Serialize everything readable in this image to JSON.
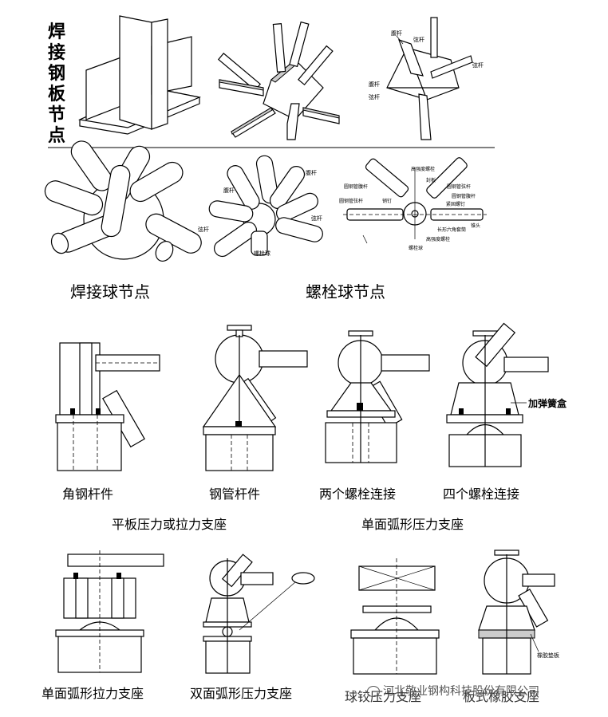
{
  "welded_plate_node": {
    "title_chars": [
      "焊",
      "接",
      "钢",
      "板",
      "节",
      "点"
    ]
  },
  "top_small_labels": {
    "l1": "腹杆",
    "l2": "弦杆",
    "l3": "弦杆",
    "l4": "腹杆",
    "l5": "弦杆"
  },
  "bolt_ball_small": {
    "fu": "腹杆",
    "fu2": "腹杆",
    "xian_left": "弦杆",
    "xian_right": "弦杆",
    "ball": "螺栓球"
  },
  "bolt_detail": {
    "a": "高强度螺栓",
    "b": "封板",
    "c": "圆钢管腹杆",
    "d": "圆钢管弦杆",
    "e": "圆钢管腹杆",
    "f": "销钉",
    "g": "圆钢管弦杆",
    "h": "紧固螺钉",
    "i": "长形六角套筒",
    "j": "锥头",
    "k": "高强度螺栓",
    "l": "螺栓球"
  },
  "captions": {
    "welded_ball": "焊接球节点",
    "bolt_ball": "螺栓球节点",
    "angle": "角钢杆件",
    "pipe": "钢管杆件",
    "two_bolt": "两个螺栓连接",
    "four_bolt": "四个螺栓连接",
    "flat_support": "平板压力或拉力支座",
    "single_arc_press": "单面弧形压力支座",
    "spring_box": "加弹簧盒",
    "single_arc_tension": "单面弧形拉力支座",
    "double_arc_press": "双面弧形压力支座",
    "ball_hinge": "球铰压力支座",
    "rubber_support": "板式橡胶支座",
    "rubber_pad": "橡胶垫板",
    "watermark": "河北敬业钢构科技股份有限公司"
  }
}
